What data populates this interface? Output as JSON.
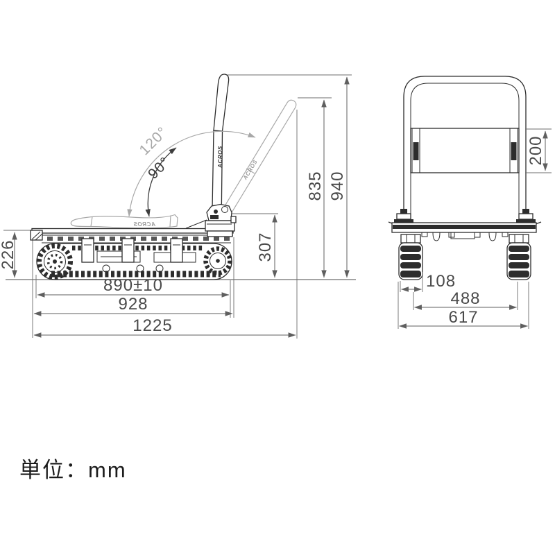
{
  "unit_note": "単位：mm",
  "brand": "ACROS",
  "side_view": {
    "angle_fold_flat": "120°",
    "angle_upright": "90°",
    "overall_height": "940",
    "handle_height_tilted": "835",
    "pivot_height": "307",
    "platform_height": "226",
    "track_length": "890±10",
    "body_length": "928",
    "overall_length": "1225"
  },
  "front_view": {
    "panel_height": "200",
    "track_width": "108",
    "track_spacing": "488",
    "overall_width": "617"
  },
  "colors": {
    "ink": "#2d2d2d",
    "dimension": "#5f5f5f",
    "phantom": "#a8a8a8",
    "background": "#ffffff"
  }
}
